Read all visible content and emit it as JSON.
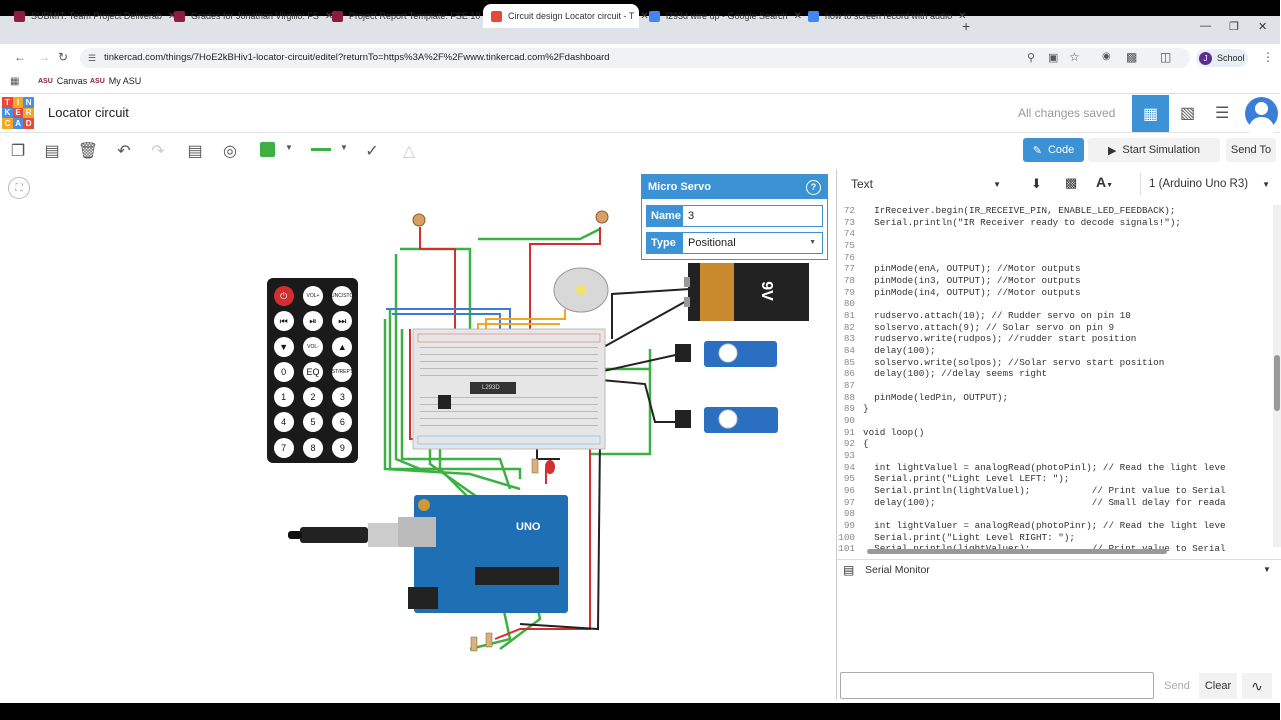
{
  "browser": {
    "tabs": [
      {
        "title": "SUBMIT: Team Project Deliverab",
        "favicon_color": "#8c1d40"
      },
      {
        "title": "Grades for Jonathan Virgilio: FS",
        "favicon_color": "#8c1d40"
      },
      {
        "title": "Project Report Template: FSE 10",
        "favicon_color": "#8c1d40"
      },
      {
        "title": "Circuit design Locator circuit - T",
        "favicon_color": "#e8483a",
        "active": true
      },
      {
        "title": "l293d wire up - Google Search",
        "favicon_color": "#4285f4"
      },
      {
        "title": "how to screen record with audio",
        "favicon_color": "#4285f4"
      }
    ],
    "url": "tinkercad.com/things/7HoE2kBHiv1-locator-circuit/editel?returnTo=https%3A%2F%2Fwww.tinkercad.com%2Fdashboard",
    "bookmarks": [
      {
        "label": "Canvas"
      },
      {
        "label": "My ASU"
      }
    ],
    "profile_label": "School",
    "profile_initial": "J"
  },
  "app": {
    "title": "Locator circuit",
    "save_status": "All changes saved",
    "logo_letters": [
      "T",
      "I",
      "N",
      "K",
      "E",
      "R",
      "C",
      "A",
      "D"
    ],
    "logo_colors": [
      "#e8483a",
      "#f5a623",
      "#4a90e2",
      "#4a90e2",
      "#e8483a",
      "#f5a623",
      "#f5a623",
      "#4a90e2",
      "#e8483a"
    ]
  },
  "toolbar": {
    "color_swatch": "#3cb043"
  },
  "code_toolbar": {
    "code_label": "Code",
    "start_sim_label": "Start Simulation",
    "send_to_label": "Send To",
    "mode_label": "Text",
    "board_label": "1 (Arduino Uno R3)"
  },
  "inspector": {
    "title": "Micro Servo",
    "name_label": "Name",
    "name_value": "3",
    "type_label": "Type",
    "type_value": "Positional"
  },
  "components": {
    "ic_label": "L293D",
    "battery_label": "9V",
    "arduino_label": "UNO",
    "remote_buttons": [
      "",
      "VOL+",
      "FUNC/STOP",
      "",
      "",
      "",
      "",
      "VOL-",
      "",
      "0",
      "EQ",
      "ST/REPT",
      "1",
      "2",
      "3",
      "4",
      "5",
      "6",
      "7",
      "8",
      "9"
    ]
  },
  "code": {
    "lines": [
      {
        "n": "72",
        "t": "  IrReceiver.begin(IR_RECEIVE_PIN, ENABLE_LED_FEEDBACK);"
      },
      {
        "n": "73",
        "t": "  Serial.println(\"IR Receiver ready to decode signals!\");"
      },
      {
        "n": "74",
        "t": ""
      },
      {
        "n": "75",
        "t": ""
      },
      {
        "n": "76",
        "t": ""
      },
      {
        "n": "77",
        "t": "  pinMode(enA, OUTPUT); //Motor outputs"
      },
      {
        "n": "78",
        "t": "  pinMode(in3, OUTPUT); //Motor outputs"
      },
      {
        "n": "79",
        "t": "  pinMode(in4, OUTPUT); //Motor outputs"
      },
      {
        "n": "80",
        "t": ""
      },
      {
        "n": "81",
        "t": "  rudservo.attach(10); // Rudder servo on pin 10"
      },
      {
        "n": "82",
        "t": "  solservo.attach(9); // Solar servo on pin 9"
      },
      {
        "n": "83",
        "t": "  rudservo.write(rudpos); //rudder start position"
      },
      {
        "n": "84",
        "t": "  delay(100);"
      },
      {
        "n": "85",
        "t": "  solservo.write(solpos); //Solar servo start position"
      },
      {
        "n": "86",
        "t": "  delay(100); //delay seems right"
      },
      {
        "n": "87",
        "t": ""
      },
      {
        "n": "88",
        "t": "  pinMode(ledPin, OUTPUT);"
      },
      {
        "n": "89",
        "t": "}"
      },
      {
        "n": "90",
        "t": ""
      },
      {
        "n": "91",
        "t": "void loop()"
      },
      {
        "n": "92",
        "t": "{"
      },
      {
        "n": "93",
        "t": ""
      },
      {
        "n": "94",
        "t": "  int lightValuel = analogRead(photoPinl); // Read the light leve"
      },
      {
        "n": "95",
        "t": "  Serial.print(\"Light Level LEFT: \");"
      },
      {
        "n": "96",
        "t": "  Serial.println(lightValuel);           // Print value to Serial"
      },
      {
        "n": "97",
        "t": "  delay(100);                            // Small delay for reada"
      },
      {
        "n": "98",
        "t": ""
      },
      {
        "n": "99",
        "t": "  int lightValuer = analogRead(photoPinr); // Read the light leve"
      },
      {
        "n": "100",
        "t": "  Serial.print(\"Light Level RIGHT: \");"
      },
      {
        "n": "101",
        "t": "  Serial.println(lightValuer);           // Print value to Serial"
      }
    ]
  },
  "serial": {
    "title": "Serial Monitor",
    "send_label": "Send",
    "clear_label": "Clear"
  }
}
